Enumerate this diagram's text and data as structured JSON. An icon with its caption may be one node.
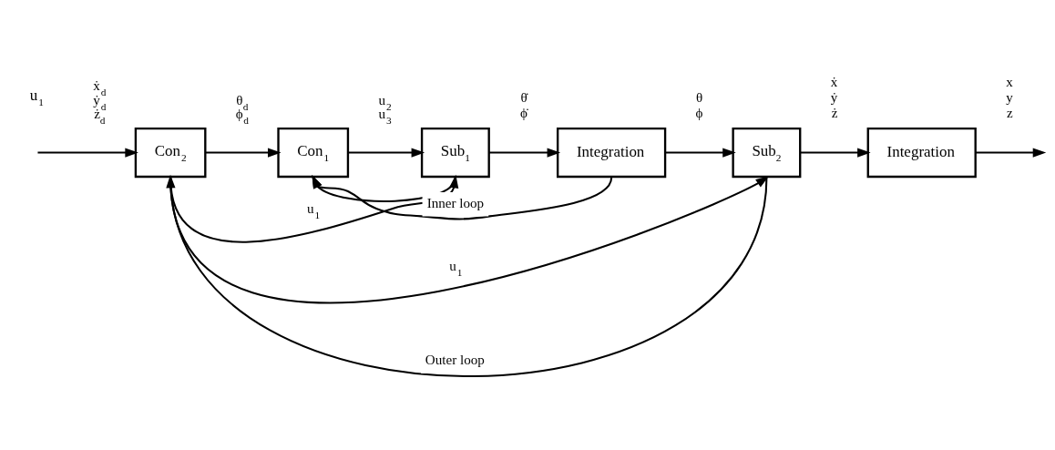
{
  "diagram": {
    "nodes": [
      {
        "text": [
          "Con$_{2}$"
        ]
      },
      {
        "text": [
          "Con$_{1}$"
        ]
      },
      {
        "text": [
          "Sub$_{1}$"
        ]
      },
      {
        "text": [
          "Integration"
        ]
      },
      {
        "text": [
          "Sub$_{2}$"
        ]
      },
      {
        "text": [
          "Integration"
        ]
      }
    ],
    "edges": [
      {
        "from": null,
        "to": 0,
        "arrow": "to",
        "label": "ẋ$_{d}$ ẏ$_{d}$ ż$_{d}$"
      },
      {
        "from": 0,
        "to": 1,
        "arrow": "to",
        "label": "θ$_{d}$ ϕ$_{d}$"
      },
      {
        "from": 1,
        "to": 2,
        "arrow": "to",
        "label": "u$_{2}$ u$_{3}$"
      },
      {
        "from": 2,
        "to": 3,
        "arrow": "to",
        "label": "θ̇ ϕ̇"
      },
      {
        "from": 3,
        "to": 4,
        "arrow": "to",
        "label": "θ ϕ"
      },
      {
        "from": 4,
        "to": 5,
        "arrow": "to",
        "label": "ẋ ẏ ż"
      },
      {
        "from": 5,
        "to": null,
        "arrow": "to",
        "label": "x y z"
      },
      {
        "from": 0,
        "to": 2,
        "arrow": "to",
        "label": "u$_{1}$"
      },
      {
        "from": 0,
        "to": 4,
        "arrow": "to",
        "label": "u$_{1}$"
      },
      {
        "from": 2,
        "to": 1,
        "arrow": "to"
      },
      {
        "from": 3,
        "to": 1,
        "arrow": "to",
        "label": "Inner loop"
      },
      {
        "from": 4,
        "to": 0,
        "arrow": "to",
        "label": "Outer loop"
      }
    ],
    "labels": [
      "u$_{1}$"
    ]
  }
}
